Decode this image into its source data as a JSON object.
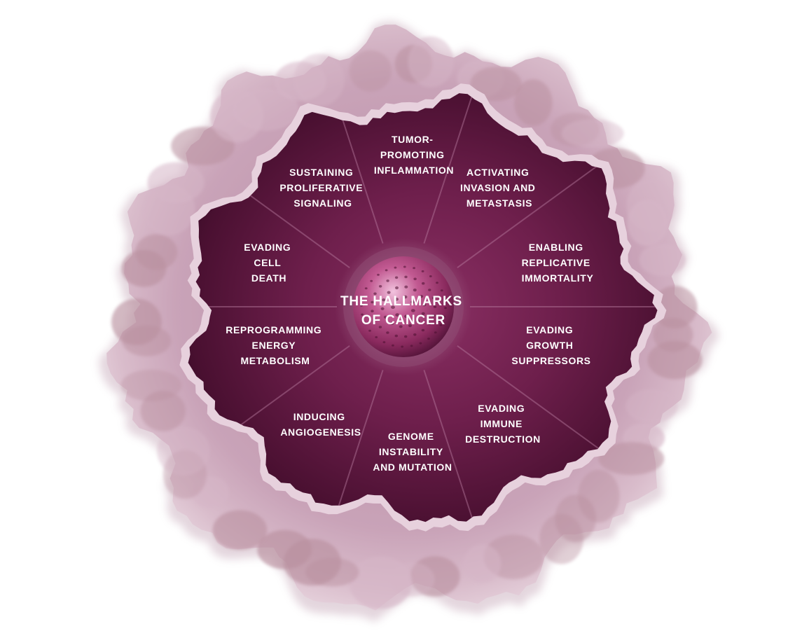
{
  "center": {
    "title_lines": [
      "THE HALLMARKS",
      "OF CANCER"
    ]
  },
  "hallmarks": [
    {
      "id": "tumor-promoting-inflammation",
      "lines": [
        "TUMOR-",
        "PROMOTING",
        "INFLAMMATION"
      ]
    },
    {
      "id": "activating-invasion-and-metastasis",
      "lines": [
        "ACTIVATING",
        "INVASION AND",
        "METASTASIS"
      ]
    },
    {
      "id": "enabling-replicative-immortality",
      "lines": [
        "ENABLING",
        "REPLICATIVE",
        "IMMORTALITY"
      ]
    },
    {
      "id": "evading-growth-suppressors",
      "lines": [
        "EVADING",
        "GROWTH",
        "SUPPRESSORS"
      ]
    },
    {
      "id": "evading-immune-destruction",
      "lines": [
        "EVADING",
        "IMMUNE",
        "DESTRUCTION"
      ]
    },
    {
      "id": "genome-instability-and-mutation",
      "lines": [
        "GENOME",
        "INSTABILITY",
        "AND MUTATION"
      ]
    },
    {
      "id": "inducing-angiogenesis",
      "lines": [
        "INDUCING",
        "ANGIOGENESIS"
      ]
    },
    {
      "id": "reprogramming-energy-metabolism",
      "lines": [
        "REPROGRAMMING",
        "ENERGY",
        "METABOLISM"
      ]
    },
    {
      "id": "evading-cell-death",
      "lines": [
        "EVADING",
        "CELL",
        "DEATH"
      ]
    },
    {
      "id": "sustaining-proliferative-signaling",
      "lines": [
        "SUSTAINING",
        "PROLIFERATIVE",
        "SIGNALING"
      ]
    }
  ],
  "colors": {
    "outer_cell": "#c9a3b8",
    "outer_cell_dark": "#8e6680",
    "inner_cavity": "#6e1f4c",
    "inner_cavity_dark": "#3f0d2a",
    "sphere": "#b2497f",
    "text": "#ffffff"
  }
}
